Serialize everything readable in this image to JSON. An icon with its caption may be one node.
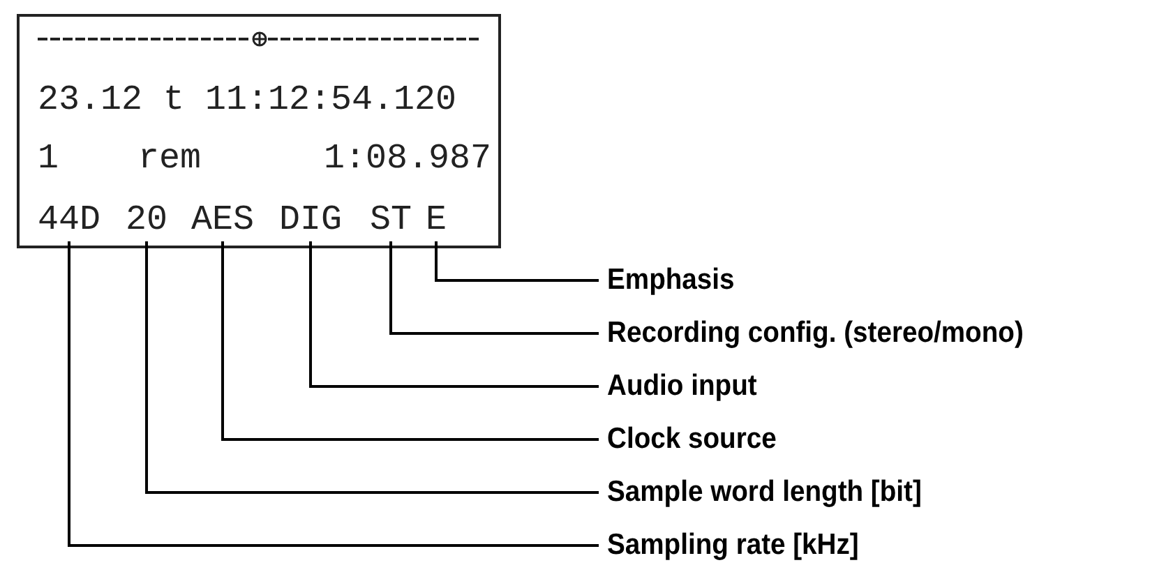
{
  "diagram": {
    "nodes": [
      {
        "text": [
          "23.12 t 11:12:54.120",
          "1",
          "rem",
          "1:08.987"
        ]
      },
      {
        "text": [
          "44D"
        ],
        "in": 0
      },
      {
        "text": [
          "20"
        ],
        "in": 0
      },
      {
        "text": [
          "AES"
        ],
        "in": 0
      },
      {
        "text": [
          "DIG"
        ],
        "in": 0
      },
      {
        "text": [
          "ST"
        ],
        "in": 0
      },
      {
        "text": [
          "E"
        ],
        "in": 0
      },
      {
        "text": [
          "Emphasis"
        ]
      },
      {
        "text": [
          "Recording config. (stereo/mono)"
        ]
      },
      {
        "text": [
          "Audio input"
        ]
      },
      {
        "text": [
          "Clock source"
        ]
      },
      {
        "text": [
          "Sample word length [bit]"
        ]
      },
      {
        "text": [
          "Sampling rate [kHz]"
        ]
      }
    ],
    "edges": [
      {
        "from": 7,
        "to": 6,
        "arrow": "none"
      },
      {
        "from": 8,
        "to": 5,
        "arrow": "none"
      },
      {
        "from": 9,
        "to": 4,
        "arrow": "none"
      },
      {
        "from": 10,
        "to": 3,
        "arrow": "none"
      },
      {
        "from": 11,
        "to": 2,
        "arrow": "none"
      },
      {
        "from": 12,
        "to": 1,
        "arrow": "none"
      }
    ]
  }
}
